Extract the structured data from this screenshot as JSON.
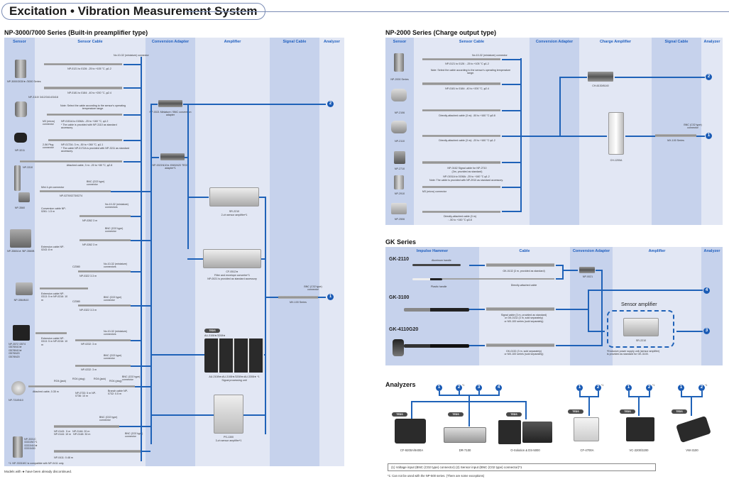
{
  "page": {
    "title": "Excitation • Vibration Measurement System",
    "discontinued_note": "Models with ★ have been already discontinued."
  },
  "np3000": {
    "title": "NP-3000/7000 Series (Built-in preamplifier type)",
    "columns": [
      "Sensor",
      "Sensor Cable",
      "Conversion Adapter",
      "Amplifier",
      "Signal Cable",
      "Analyzer"
    ],
    "sensors": [
      {
        "name": "NP-3000/3030★ /3000 Series"
      },
      {
        "name": "NP-3110/ 3412/3414/3418"
      },
      {
        "name": "NP-3211"
      },
      {
        "name": "NP-3310"
      },
      {
        "name": "NP-3560"
      },
      {
        "name": "NP-3560A★ /NP-3560B"
      },
      {
        "name": "NP-3564N10"
      },
      {
        "name": "NP-3572 /3574 /3576N10★ /3578N10★ /3576N20 /3578N20"
      },
      {
        "name": "NP-7310N10"
      },
      {
        "name": "NP-3331C /3331WC*1 /3331N10★ /3331N30"
      }
    ],
    "cables": [
      {
        "label": "NP-0121 to 0126: -25 to +105 °C, φ1.2",
        "connector": "No.10-32 (miniature) connector"
      },
      {
        "label": "NP-0181 to 0184: -40 to +200 °C, φ2.4"
      },
      {
        "label": "NP-0151A to 0156A: -25 to +160 °C, φ1.2",
        "note": "Note: Select the cable according to the sensor's operating temperature range.",
        "sub": "* The cable is provided with NP-3110 as standard accessory.",
        "connector": "M3 (micro) connector"
      },
      {
        "label": "NP-0172A: 3 m, -50 to +260 °C, φ1.1",
        "sub": "* The cable NP-0172A is provided with NP-3211 as standard accessory.",
        "connector": "2-56 Plug connector"
      },
      {
        "label": "Attached cable, 3 m: -20 to +80 °C, φ2.8"
      },
      {
        "label": "NP-0270/0273/0274",
        "connector": "Mini 4-pin connector",
        "connector2": "BNC (C02 type) connector"
      },
      {
        "label": "Conversion cable NP-0261: 1.5 m"
      },
      {
        "label": "NP-0262  3 m",
        "connector": "No.10-32 (miniature) connectors"
      },
      {
        "label": "NP-0262  3 m",
        "connector": "BNC (C02 type) connector"
      },
      {
        "label": "Extension cable NP-0243: 8 m"
      },
      {
        "label": "NP-0322  3.3 m",
        "connector": "No.10-32 (miniature) connectors",
        "tag": "CZ080"
      },
      {
        "label": "Extension cable NP-0313:  5 m NP-0316: 10 m"
      },
      {
        "label": "NP-0322  3.3 m",
        "connector": "BNC (C02 type) connector",
        "tag": "CZ080"
      },
      {
        "label": "NP-0232: 3 m",
        "connector": "No.10-32 (miniature) connectors"
      },
      {
        "label": "Extension cable NP-0313:  5 m NP-0316: 10 m"
      },
      {
        "label": "NP-0232: 3 m",
        "connector": "BNC (C02 type) connector"
      },
      {
        "label": "Attached cable, 0.35 m",
        "connectors": [
          "RO4 (jack)",
          "RO4 (plug)",
          "RO4 (jack)",
          "RO4 (plug)"
        ]
      },
      {
        "label": "NP-0733:  5 m NP-0736: 10 m"
      },
      {
        "label": "Branch cable NP-0732: 0.5 m",
        "connector": "BNC (C02 type) connector"
      },
      {
        "label": "NP-0143:  5 m   NP-0146: 20 m\nNP-0144: 10 m   NP-0148: 30 m",
        "connector": "BNC (C02 type) connector"
      },
      {
        "label": "NP-0411: 0.48 m",
        "connector": "BNC (C02 type) connector"
      }
    ],
    "adapters": [
      {
        "name": "NP-0021 Miniature / BNC conversion adapter"
      },
      {
        "name": "NP-0021N10★ /0081N20 TEDS adapter*1"
      }
    ],
    "amplifiers": [
      {
        "name": "SR-2210",
        "desc": "2-ch sensor amplifier*1"
      },
      {
        "name": "CF-0512★",
        "desc": "Filter and envelope converter*1",
        "note": "NP-0021 is provided as standard accessory"
      },
      {
        "name": "AU-2108★•AU-3108★/3208★•AU-3308★ *1",
        "desc": "Signal processing unit",
        "teds": "TEDS",
        "teds_models": "AU-3108★/3208★"
      },
      {
        "name": "PS-1300",
        "desc": "3-ch sensor amplifier*1"
      }
    ],
    "signal_cable": {
      "name": "MX-100 Series",
      "connector": "BNC (C02 type) connector"
    },
    "analyzer_outputs": [
      "2",
      "1"
    ],
    "footnote": "*1: NP-3331WC is compatible with NP-0411 only."
  },
  "np2000": {
    "title": "NP-2000 Series (Charge output type)",
    "columns": [
      "Sensor",
      "Sensor Cable",
      "Conversion Adapter",
      "Charge Amplifier",
      "Signal Cable",
      "Analyzer"
    ],
    "sensors": [
      "NP-2000 Series",
      "NP-2106",
      "NP-2110",
      "NP-2710",
      "NP-2910",
      "NP-2506"
    ],
    "cables": [
      {
        "label": "NP-0121  to  0126  :  -25  to  +105  °C  φ1.2",
        "connector": "No.10-32 (miniature) connector",
        "note": "Note: Select the cable according to the sensor's operating temperature range."
      },
      {
        "label": "NP-0181 to 0184: -40 to +200 °C, φ2.4"
      },
      {
        "label": "Directly-attached cable (3 m): -50 to +160 °C φ0.8"
      },
      {
        "label": "Directly-attached cable (3 m): -20 to +160 °C φ1.2"
      },
      {
        "label": "NP-0162 Signal cable for NP-2710",
        "sub": "(3m, provided as standard)"
      },
      {
        "label": "NP-0151A to 0156A: -25 to +160 °C φ1.2",
        "note": "Note: The cable is provided with NP-2910 as standard accessory.",
        "connector": "M3 (micro) connector"
      },
      {
        "label": "Directly-attached cable (3 m)",
        "sub": ": -50 to +160 °C φ3.8"
      }
    ],
    "amplifiers": [
      {
        "name": "CH-6130/6140"
      },
      {
        "name": "CH-1200A"
      }
    ],
    "signal_cable": {
      "name": "MX-100 Series",
      "connector": "BNC (C02 type) connector"
    },
    "analyzer_outputs": [
      "2",
      "1"
    ]
  },
  "gk": {
    "title": "GK Series",
    "columns": [
      "Impulse Hammer",
      "Cable",
      "Conversion Adapter",
      "Amplifier",
      "Analyzer"
    ],
    "hammers": [
      {
        "name": "GK-2110",
        "handle1": "Aluminum handle",
        "handle2": "Plastic handle"
      },
      {
        "name": "GK-3100"
      },
      {
        "name": "GK-4110G20"
      }
    ],
    "cables": [
      {
        "label": "GK-0132 (3 m, provided as standard)"
      },
      {
        "label": "Directly-attached cable"
      },
      {
        "label": "Signal cable (3 m, provided as standard)\nor GK-0132 (3 m, sold separately)\nor MX-100 series (sold separately)"
      },
      {
        "label": "GK-0132 (3 m, sold separately)\nor MX-100 series (sold separately)"
      }
    ],
    "adapter": "NP-0021",
    "amplifier": {
      "title": "Sensor amplifier",
      "name": "SR-2210",
      "note": "*Exclusive power supply unit (sensor amplifier)\nis provided as standard for GK-3100."
    },
    "analyzer_outputs": [
      "4",
      "3"
    ]
  },
  "analyzers": {
    "title": "Analyzers",
    "groups": [
      {
        "inputs": [
          "1",
          "2",
          "3",
          "4"
        ],
        "devices": [
          {
            "name": "CF-9200A/9400A",
            "teds": "TEDS"
          },
          {
            "name": "DR-7100",
            "teds": "TEDS"
          },
          {
            "name": "O-Solution & DS-5000",
            "teds": "TEDS"
          }
        ]
      },
      {
        "inputs": [
          "1",
          "2"
        ],
        "devices": [
          {
            "name": "CF-4700A",
            "teds": "TEDS"
          }
        ]
      },
      {
        "inputs": [
          "1",
          "2"
        ],
        "devices": [
          {
            "name": "VC-2200/3200",
            "teds": "TEDS"
          }
        ]
      },
      {
        "inputs": [
          "1",
          "2"
        ],
        "devices": [
          {
            "name": "VW-3100",
            "teds": "TEDS"
          }
        ]
      }
    ],
    "footnote_mark": "*1",
    "legend": "(1) Voltage input (BNC (C02 type) connector)          (2) Sensor input (BNC (C02 type) connector)*1",
    "footnote": "*1:  Can not be used with the NP-500 series. (There are some exceptions)"
  }
}
